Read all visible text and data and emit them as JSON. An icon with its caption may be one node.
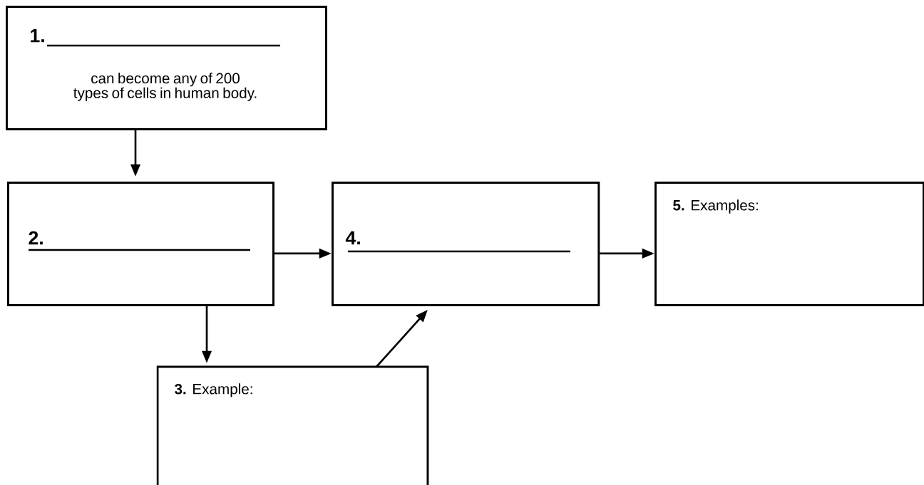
{
  "diagram": {
    "nodes": [
      {
        "text": [
          "1.",
          "can become any of 200 types of cells in human body."
        ]
      },
      {
        "text": [
          "2."
        ]
      },
      {
        "text": [
          "**3.** Example:"
        ]
      },
      {
        "text": [
          "4."
        ]
      },
      {
        "text": [
          "**5.** Examples:"
        ]
      }
    ],
    "edges": [
      {
        "from": 0,
        "to": 1,
        "arrow": "to"
      },
      {
        "from": 1,
        "to": 3,
        "arrow": "to"
      },
      {
        "from": 3,
        "to": 4,
        "arrow": "to"
      },
      {
        "from": 1,
        "to": 2,
        "arrow": "to"
      },
      {
        "from": 2,
        "to": 3,
        "arrow": "to"
      }
    ]
  }
}
